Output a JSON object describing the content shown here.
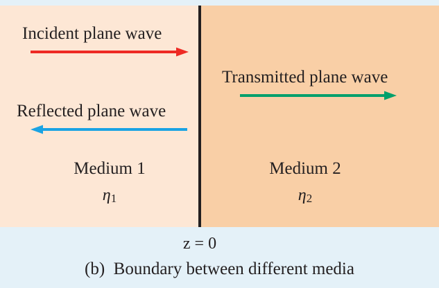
{
  "media": {
    "medium_1": {
      "name": "Medium 1",
      "symbol": "η",
      "subscript": "1"
    },
    "medium_2": {
      "name": "Medium 2",
      "symbol": "η",
      "subscript": "2"
    }
  },
  "waves": {
    "incident": "Incident plane wave",
    "reflected": "Reflected plane wave",
    "transmitted": "Transmitted plane wave"
  },
  "boundary_label": "z = 0",
  "caption": "(b)  Boundary between different media",
  "colors": {
    "medium_1_fill": "#fde7d5",
    "medium_2_fill": "#f9cfa6",
    "background": "#e4f1f8",
    "incident_arrow": "#ee2a24",
    "reflected_arrow": "#1aa3e3",
    "transmitted_arrow": "#00a06b",
    "boundary_line": "#231f20"
  }
}
